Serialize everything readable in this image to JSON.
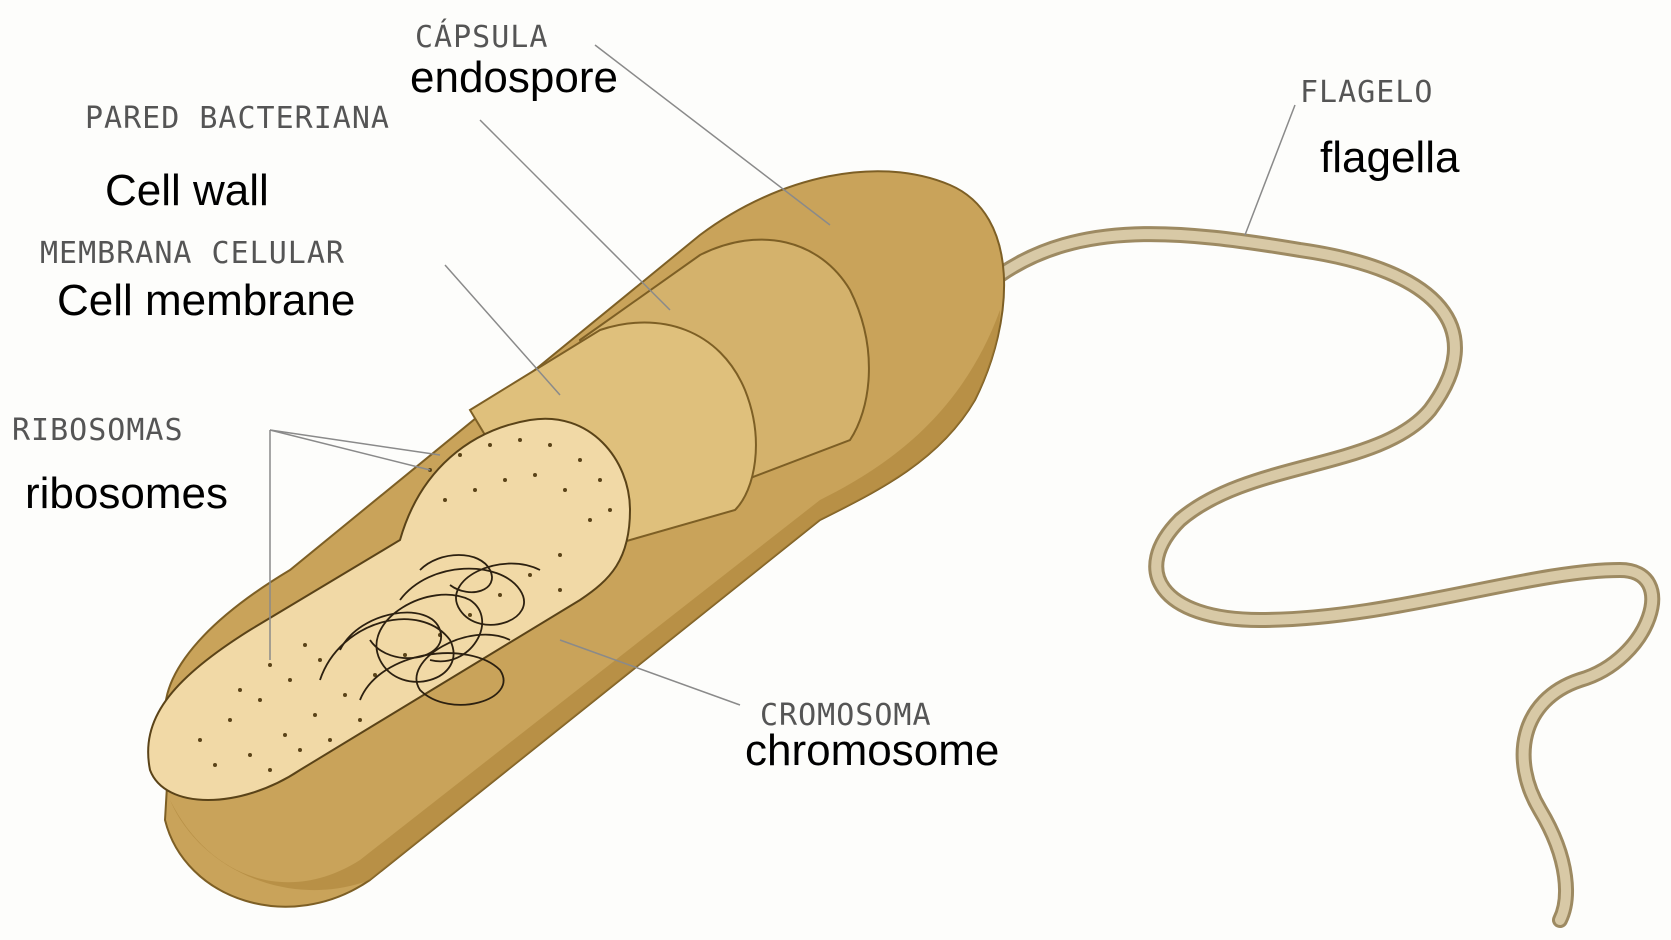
{
  "labels": {
    "capsula": "CÁPSULA",
    "endospore": "endospore",
    "pared_bacteriana": "PARED BACTERIANA",
    "cell_wall": "Cell wall",
    "membrana_celular": "MEMBRANA CELULAR",
    "cell_membrane": "Cell membrane",
    "ribosomas": "RIBOSOMAS",
    "ribosomes": "ribosomes",
    "cromosoma": "CROMOSOMA",
    "chromosome": "chromosome",
    "flagelo": "FLAGELO",
    "flagella": "flagella"
  },
  "colors": {
    "capsule": "#c9a35a",
    "capsule_shadow": "#a98236",
    "wall": "#d4b26c",
    "membrane": "#dfc07c",
    "cytoplasm": "#f1d9a6",
    "flagellum": "#d8c9a6",
    "flagellum_edge": "#9d8a62"
  }
}
